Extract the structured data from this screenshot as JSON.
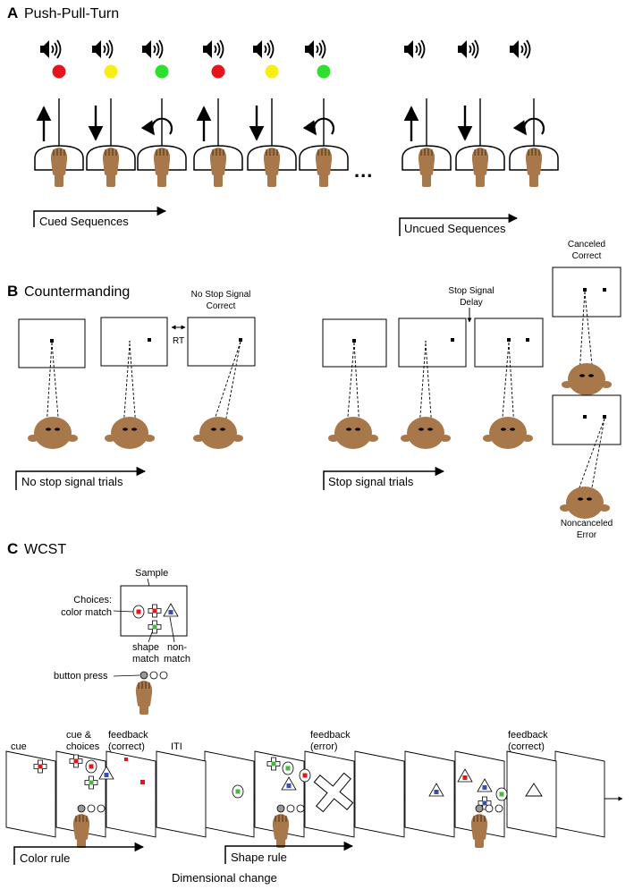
{
  "panels": {
    "a": {
      "letter": "A",
      "title": "Push-Pull-Turn",
      "cued_label": "Cued Sequences",
      "uncued_label": "Uncued Sequences",
      "ellipsis": "...",
      "signal_colors": [
        "#e8141b",
        "#f5ef16",
        "#2ee02e",
        "#e8141b",
        "#f5ef16",
        "#2ee02e"
      ],
      "cued_movements": [
        "push",
        "pull",
        "turn",
        "push",
        "pull",
        "turn"
      ],
      "uncued_movements": [
        "push",
        "pull",
        "turn"
      ]
    },
    "b": {
      "letter": "B",
      "title": "Countermanding",
      "no_stop_label": "No stop signal trials",
      "stop_label": "Stop signal trials",
      "no_stop_correct": [
        "No Stop Signal",
        "Correct"
      ],
      "rt_label": "RT",
      "ssd_label": [
        "Stop Signal",
        "Delay"
      ],
      "canceled": [
        "Canceled",
        "Correct"
      ],
      "noncanceled": [
        "Noncanceled",
        "Error"
      ]
    },
    "c": {
      "letter": "C",
      "title": "WCST",
      "sample_label": "Sample",
      "choices_label": [
        "Choices:",
        "color match"
      ],
      "shape_match_label": [
        "shape",
        "match"
      ],
      "non_match_label": [
        "non-",
        "match"
      ],
      "button_label": "button press",
      "timeline_labels": {
        "cue": "cue",
        "cue_choices": [
          "cue &",
          "choices"
        ],
        "feedback_correct_1": [
          "feedback",
          "(correct)"
        ],
        "iti": "ITI",
        "feedback_error": [
          "feedback",
          "(error)"
        ],
        "feedback_correct_2": [
          "feedback",
          "(correct)"
        ]
      },
      "color_rule_label": "Color rule",
      "shape_rule_label": "Shape rule",
      "dimensional_change_label": "Dimensional change"
    }
  },
  "colors": {
    "monkey": "#a8774a",
    "monkey_dark": "#4a2f14",
    "red": "#e8141b",
    "green": "#4bb543",
    "blue": "#3b4fa8",
    "button": "#999999"
  }
}
